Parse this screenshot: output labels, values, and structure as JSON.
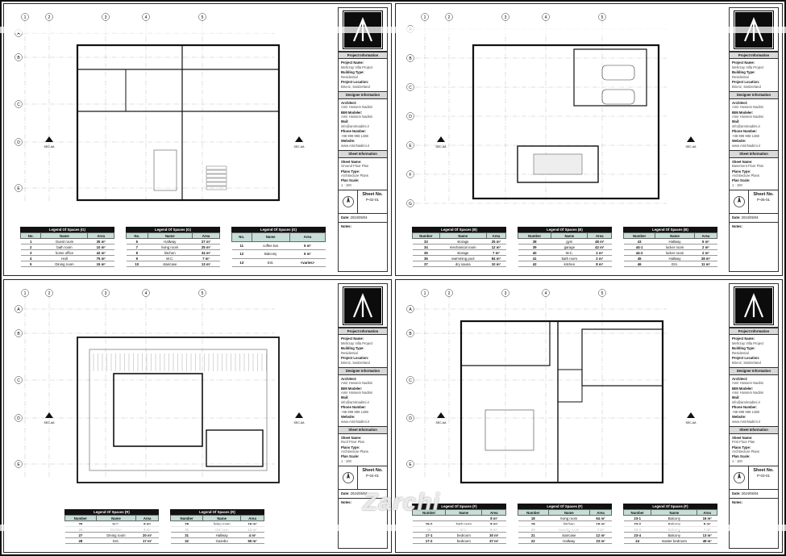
{
  "sheets": [
    {
      "project_info": {
        "header": "Project Information",
        "project_name_k": "Project Name:",
        "project_name": "Mehrzay Villa Project",
        "building_type_k": "Building Type:",
        "building_type": "Residential",
        "location_k": "Project Location:",
        "location": "Brienz, Switzerland"
      },
      "designer_info": {
        "header": "Designer Information",
        "architect_k": "Architect:",
        "architect": "Amir Hossein Nadimi",
        "bim_k": "BIM Modeler:",
        "bim": "Amir Hossein Nadimi",
        "mail_k": "Mail:",
        "mail": "info@amirnadimi.ir",
        "phone_k": "Phone Number:",
        "phone": "+98 999 998 1488",
        "website_k": "Website:",
        "website": "www.AmirNadimi.ir"
      },
      "sheet_info": {
        "header": "Sheet Information",
        "name_k": "Sheet Name:",
        "name": "Ground Floor Plan",
        "type_k": "Plans Type:",
        "type": "Architecture Plans",
        "scale_k": "Plan Scale:",
        "scale": "1 : 100"
      },
      "sheet_no_label": "Sheet No.",
      "sheet_no": "P-02-01",
      "date_k": "Date:",
      "date": "2024/05/04",
      "notes_k": "Notes:",
      "legends": [
        {
          "title": "Legend Of Spaces (G)",
          "headers": [
            "No.",
            "Name",
            "Area"
          ],
          "rows": [
            [
              "1",
              "Guest room",
              "35 m²"
            ],
            [
              "2",
              "bath room",
              "10 m²"
            ],
            [
              "3",
              "home office",
              "42 m²"
            ],
            [
              "4",
              "Hall",
              "75 m²"
            ],
            [
              "5",
              "Dining room",
              "15 m²"
            ]
          ]
        },
        {
          "title": "Legend Of Spaces (G)",
          "headers": [
            "No.",
            "Name",
            "Area"
          ],
          "rows": [
            [
              "6",
              "Hallway",
              "27 m²"
            ],
            [
              "7",
              "living room",
              "25 m²"
            ],
            [
              "8",
              "kitchen",
              "34 m²"
            ],
            [
              "9",
              "W.C.",
              "7 m²"
            ],
            [
              "10",
              "staircase",
              "13 m²"
            ]
          ]
        },
        {
          "title": "Legend Of Spaces (G)",
          "headers": [
            "No.",
            "Name",
            "Area"
          ],
          "rows": [
            [
              "11",
              "coffee bar",
              "5 m²"
            ],
            [
              "12",
              "Balcony",
              "6 m²"
            ],
            [
              "13",
              "Ent.",
              "<varies>"
            ]
          ]
        }
      ]
    },
    {
      "project_info": {
        "header": "Project Information",
        "project_name_k": "Project Name:",
        "project_name": "Mehrzay Villa Project",
        "building_type_k": "Building Type:",
        "building_type": "Residential",
        "location_k": "Project Location:",
        "location": "Brienz, Switzerland"
      },
      "designer_info": {
        "header": "Designer Information",
        "architect_k": "Architect:",
        "architect": "Amir Hossein Nadimi",
        "bim_k": "BIM Modeler:",
        "bim": "Amir Hossein Nadimi",
        "mail_k": "Mail:",
        "mail": "info@amirnadimi.ir",
        "phone_k": "Phone Number:",
        "phone": "+98 999 998 1488",
        "website_k": "Website:",
        "website": "www.AmirNadimi.ir"
      },
      "sheet_info": {
        "header": "Sheet Information",
        "name_k": "Sheet Name:",
        "name": "Basement Floor Plan",
        "type_k": "Plans Type:",
        "type": "Architecture Plans",
        "scale_k": "Plan Scale:",
        "scale": "1 : 100"
      },
      "sheet_no_label": "Sheet No.",
      "sheet_no": "P-05-01",
      "date_k": "Date:",
      "date": "2024/05/04",
      "notes_k": "Notes:",
      "legends": [
        {
          "title": "Legend Of Spaces (B)",
          "headers": [
            "Number",
            "Name",
            "Area"
          ],
          "rows": [
            [
              "33",
              "storage",
              "25 m²"
            ],
            [
              "34",
              "mechanical room",
              "12 m²"
            ],
            [
              "35",
              "storage",
              "7 m²"
            ],
            [
              "36",
              "swimming pool",
              "84 m²"
            ],
            [
              "37",
              "dry sauna",
              "10 m²"
            ]
          ]
        },
        {
          "title": "Legend Of Spaces (B)",
          "headers": [
            "Number",
            "Name",
            "Area"
          ],
          "rows": [
            [
              "38",
              "gym",
              "48 m²"
            ],
            [
              "39",
              "garage",
              "42 m²"
            ],
            [
              "40",
              "W.C.",
              "2 m²"
            ],
            [
              "41",
              "bath room",
              "2 m²"
            ],
            [
              "42",
              "kitchen",
              "8 m²"
            ]
          ]
        },
        {
          "title": "Legend Of Spaces (B)",
          "headers": [
            "Number",
            "Name",
            "Area"
          ],
          "rows": [
            [
              "43",
              "Hallway",
              "6 m²"
            ],
            [
              "44-1",
              "locker room",
              "2 m²"
            ],
            [
              "44-2",
              "locker room",
              "2 m²"
            ],
            [
              "45",
              "Hallway",
              "28 m²"
            ],
            [
              "46",
              "Ent.",
              "11 m²"
            ]
          ]
        }
      ]
    },
    {
      "project_info": {
        "header": "Project Information",
        "project_name_k": "Project Name:",
        "project_name": "Mehrzay Villa Project",
        "building_type_k": "Building Type:",
        "building_type": "Residential",
        "location_k": "Project Location:",
        "location": "Brienz, Switzerland"
      },
      "designer_info": {
        "header": "Designer Information",
        "architect_k": "Architect:",
        "architect": "Amir Hossein Nadimi",
        "bim_k": "BIM Modeler:",
        "bim": "Amir Hossein Nadimi",
        "mail_k": "Mail:",
        "mail": "info@amirnadimi.ir",
        "phone_k": "Phone Number:",
        "phone": "+98 999 998 1488",
        "website_k": "Website:",
        "website": "www.AmirNadimi.ir"
      },
      "sheet_info": {
        "header": "Sheet Information",
        "name_k": "Sheet Name:",
        "name": "Roof Floor Plan",
        "type_k": "Plans Type:",
        "type": "Architecture Plans",
        "scale_k": "Plan Scale:",
        "scale": "1 : 100"
      },
      "sheet_no_label": "Sheet No.",
      "sheet_no": "P-04-01",
      "date_k": "Date:",
      "date": "2024/05/04",
      "notes_k": "Notes:",
      "legends": [
        {
          "title": "Legend Of Spaces (R)",
          "headers": [
            "Number",
            "Name",
            "Area"
          ],
          "rows": [
            [
              "25",
              "W.C.",
              "6 m²"
            ],
            [
              "26",
              "kitchen",
              "8 m²"
            ],
            [
              "27",
              "Dining room",
              "20 m²"
            ],
            [
              "28",
              "Ent.",
              "17 m²"
            ]
          ]
        },
        {
          "title": "Legend Of Spaces (R)",
          "headers": [
            "Number",
            "Name",
            "Area"
          ],
          "rows": [
            [
              "29",
              "living room",
              "16 m²"
            ],
            [
              "30",
              "staircase",
              "13 m²"
            ],
            [
              "31",
              "Hallway",
              "4 m²"
            ],
            [
              "32",
              "Gazebo",
              "50 m²"
            ]
          ]
        }
      ]
    },
    {
      "project_info": {
        "header": "Project Information",
        "project_name_k": "Project Name:",
        "project_name": "Mehrzay Villa Project",
        "building_type_k": "Building Type:",
        "building_type": "Residential",
        "location_k": "Project Location:",
        "location": "Brienz, Switzerland"
      },
      "designer_info": {
        "header": "Designer Information",
        "architect_k": "Architect:",
        "architect": "Amir Hossein Nadimi",
        "bim_k": "BIM Modeler:",
        "bim": "Amir Hossein Nadimi",
        "mail_k": "Mail:",
        "mail": "info@amirnadimi.ir",
        "phone_k": "Phone Number:",
        "phone": "+98 999 998 1488",
        "website_k": "Website:",
        "website": "www.AmirNadimi.ir"
      },
      "sheet_info": {
        "header": "Sheet Information",
        "name_k": "Sheet Name:",
        "name": "First Floor Plan",
        "type_k": "Plans Type:",
        "type": "Architecture Plans",
        "scale_k": "Plan Scale:",
        "scale": "1 : 100"
      },
      "sheet_no_label": "Sheet No.",
      "sheet_no": "P-03-01",
      "date_k": "Date:",
      "date": "2024/05/04",
      "notes_k": "Notes:",
      "legends": [
        {
          "title": "Legend Of Spaces (F)",
          "headers": [
            "Number",
            "Name",
            "Area"
          ],
          "rows": [
            [
              "",
              "",
              "8 m²"
            ],
            [
              "15-2",
              "bath room",
              "8 m²"
            ],
            [
              "16",
              "W.C.",
              "8 m²"
            ],
            [
              "17-1",
              "bedroom",
              "30 m²"
            ],
            [
              "17-2",
              "bedroom",
              "37 m²"
            ]
          ]
        },
        {
          "title": "Legend Of Spaces (F)",
          "headers": [
            "Number",
            "Name",
            "Area"
          ],
          "rows": [
            [
              "18",
              "living room",
              "64 m²"
            ],
            [
              "19",
              "kitchen",
              "19 m²"
            ],
            [
              "20",
              "laundry room",
              "7 m²"
            ],
            [
              "21",
              "staircase",
              "12 m²"
            ],
            [
              "22",
              "Hallway",
              "23 m²"
            ]
          ]
        },
        {
          "title": "Legend Of Spaces (F)",
          "headers": [
            "Number",
            "Name",
            "Area"
          ],
          "rows": [
            [
              "23-1",
              "Balcony",
              "16 m²"
            ],
            [
              "23-2",
              "Balcony",
              "5 m²"
            ],
            [
              "23-3",
              "Balcony",
              "7 m²"
            ],
            [
              "23-4",
              "Balcony",
              "13 m²"
            ],
            [
              "24",
              "master bedroom",
              "49 m²"
            ]
          ]
        }
      ]
    }
  ],
  "grid_cols": [
    "1",
    "2",
    "3",
    "4",
    "5"
  ],
  "grid_rows": [
    "A",
    "B",
    "C",
    "D",
    "E",
    "F",
    "G"
  ],
  "section_label": "SEC-AA"
}
